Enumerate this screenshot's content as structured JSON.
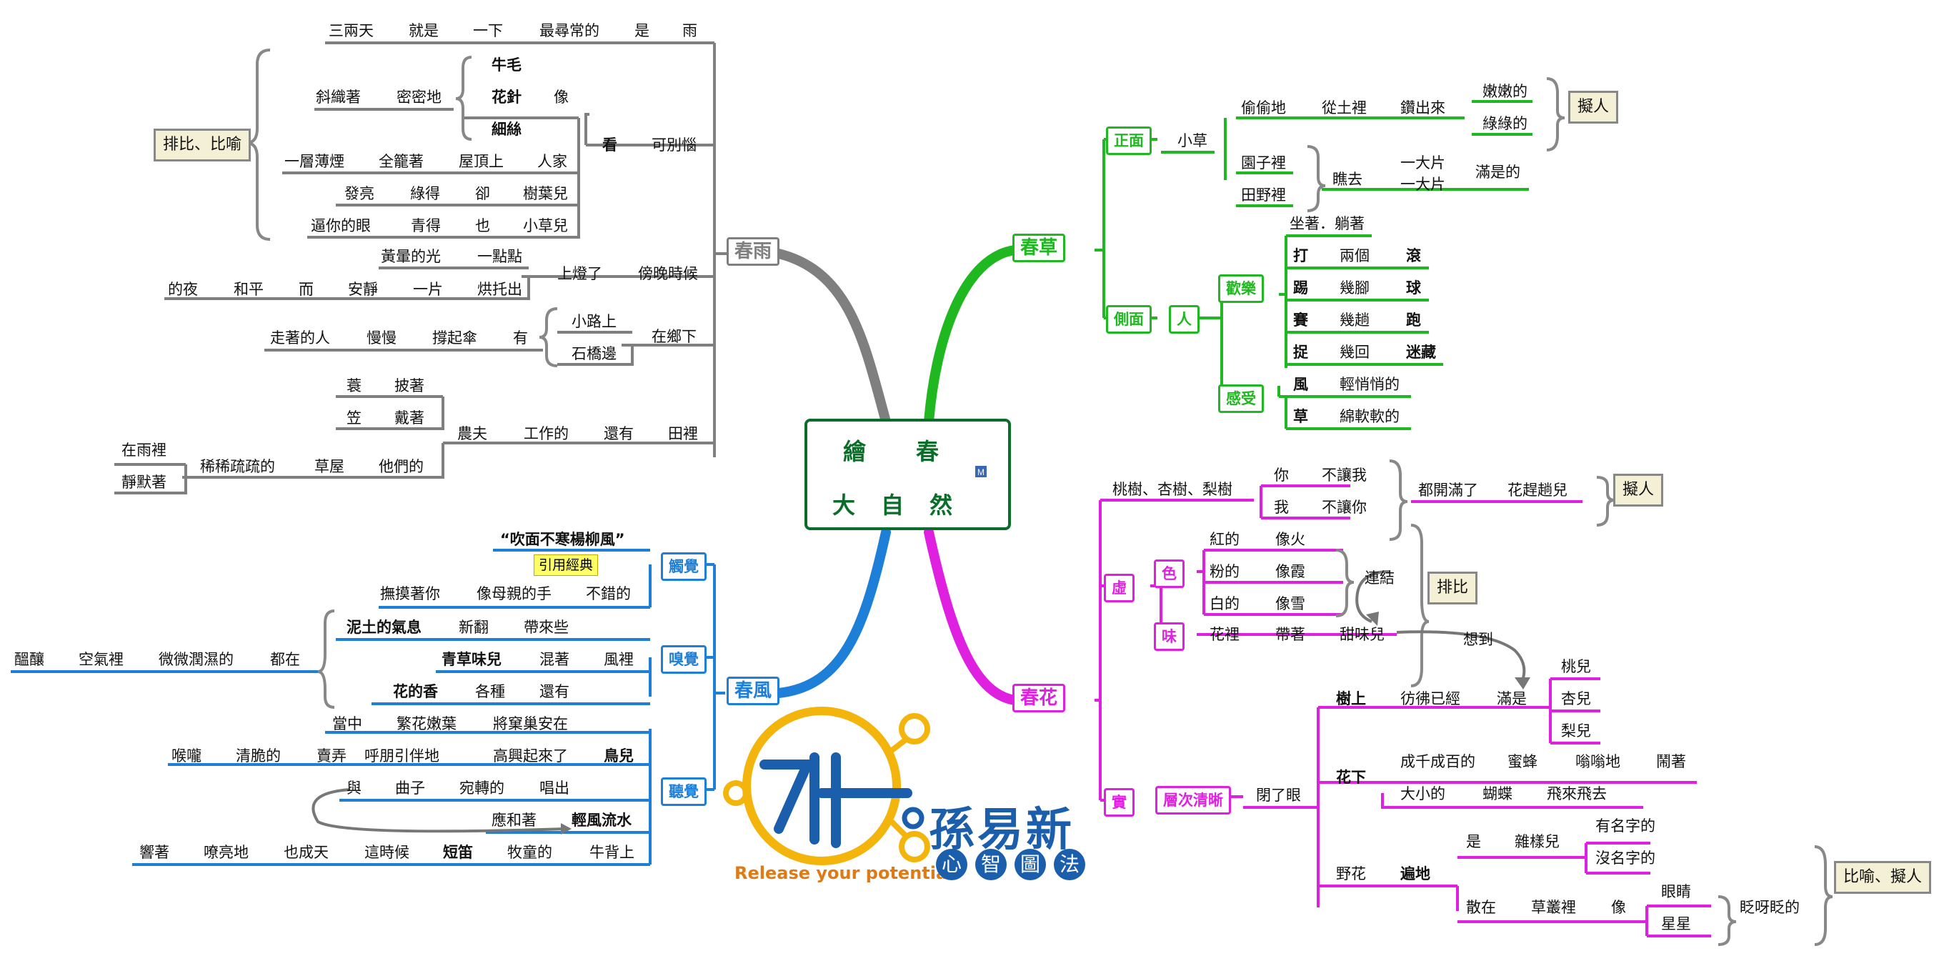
{
  "central": {
    "line1": "繪　　春",
    "line2": "大　自　然"
  },
  "branches": {
    "rain": "春雨",
    "grass": "春草",
    "flower": "春花",
    "wind": "春風"
  },
  "rain": {
    "r1": [
      "三兩天",
      "就是",
      "一下",
      "最尋常的",
      "是",
      "雨"
    ],
    "look": "看",
    "annoy": "可別惱",
    "niumao": "牛毛",
    "huazhen": "花針",
    "xisi": "細絲",
    "xiang": "像",
    "slant": [
      "斜織著",
      "密密地"
    ],
    "smoke": [
      "一層薄煙",
      "全籠著",
      "屋頂上",
      "人家"
    ],
    "leaf": [
      "發亮",
      "綠得",
      "卻",
      "樹葉兒"
    ],
    "grass": [
      "逼你的眼",
      "青得",
      "也",
      "小草兒"
    ],
    "evening": [
      "黃暈的光",
      "一點點",
      "上燈了",
      "傍晚時候"
    ],
    "night": [
      "的夜",
      "和平",
      "而",
      "安靜",
      "一片",
      "烘托出"
    ],
    "umbrella": [
      "走著的人",
      "慢慢",
      "撐起傘",
      "有",
      "小路上",
      "石橋邊",
      "在鄉下"
    ],
    "farmer": [
      "蓑",
      "披著",
      "笠",
      "戴著",
      "農夫",
      "工作的",
      "還有",
      "田裡"
    ],
    "hut": [
      "在雨裡",
      "靜默著",
      "稀稀疏疏的",
      "草屋",
      "他們的"
    ]
  },
  "grass": {
    "front": "正面",
    "side": "側面",
    "xiaocao": "小草",
    "ren": "人",
    "r1": [
      "偷偷地",
      "從土裡",
      "鑽出來",
      "嫩嫩的",
      "綠綠的"
    ],
    "r2": [
      "園子裡",
      "田野裡",
      "瞧去",
      "一大片",
      "一大片",
      "滿是的"
    ],
    "joy": "歡樂",
    "feel": "感受",
    "sit": "坐著．躺著",
    "acts": [
      [
        "打",
        "兩個",
        "滾"
      ],
      [
        "踢",
        "幾腳",
        "球"
      ],
      [
        "賽",
        "幾趟",
        "跑"
      ],
      [
        "捉",
        "幾回",
        "迷藏"
      ]
    ],
    "wind": [
      "風",
      "輕悄悄的"
    ],
    "grass": [
      "草",
      "綿軟軟的"
    ]
  },
  "flower": {
    "trees": "桃樹、杏樹、梨樹",
    "r1": [
      "你",
      "不讓我",
      "我",
      "不讓你",
      "都開滿了",
      "花趕趟兒"
    ],
    "xu": "虛",
    "shi": "實",
    "se": "色",
    "wei": "味",
    "colors": [
      [
        "紅的",
        "像火"
      ],
      [
        "粉的",
        "像霞"
      ],
      [
        "白的",
        "像雪"
      ]
    ],
    "link": "連結",
    "think": "想到",
    "smell": [
      "花裡",
      "帶著",
      "甜味兒"
    ],
    "layers": "層次清晰",
    "eyes": "閉了眼",
    "tree": [
      "樹上",
      "彷彿已經",
      "滿是",
      "桃兒",
      "杏兒",
      "梨兒"
    ],
    "under": [
      "花下",
      "成千成百的",
      "蜜蜂",
      "嗡嗡地",
      "鬧著",
      "大小的",
      "蝴蝶",
      "飛來飛去"
    ],
    "wild": [
      "野花",
      "遍地",
      "是",
      "雜樣兒",
      "有名字的",
      "沒名字的"
    ],
    "stars": [
      "散在",
      "草叢裡",
      "像",
      "眼睛",
      "星星",
      "眨呀眨的"
    ]
  },
  "wind": {
    "touch": "觸覺",
    "smell": "嗅覺",
    "hear": "聽覺",
    "quote": "“吹面不寒楊柳風”",
    "quote_tag": "引用經典",
    "mother": [
      "撫摸著你",
      "像母親的手",
      "不錯的"
    ],
    "mud": [
      "泥土的氣息",
      "新翻",
      "帶來些"
    ],
    "grassy": [
      "青草味兒",
      "混著",
      "風裡"
    ],
    "fragr": [
      "花的香",
      "各種",
      "還有"
    ],
    "air": [
      "醞釀",
      "空氣裡",
      "微微潤濕的",
      "都在"
    ],
    "nest": [
      "當中",
      "繁花嫩葉",
      "將窠巢安在"
    ],
    "bird": [
      "喉嚨",
      "清脆的",
      "賣弄",
      "呼朋引伴地",
      "高興起來了",
      "鳥兒"
    ],
    "song": [
      "與",
      "曲子",
      "宛轉的",
      "唱出"
    ],
    "echo": [
      "應和著",
      "輕風流水"
    ],
    "flute": [
      "響著",
      "嘹亮地",
      "也成天",
      "這時候",
      "短笛",
      "牧童的",
      "牛背上"
    ]
  },
  "notes": {
    "pb": "排比、比喻",
    "nr1": "擬人",
    "nr2": "擬人",
    "pb2": "排比",
    "by": "比喻、擬人"
  },
  "logo": {
    "name": "孫易新",
    "slogan": "Release your potential",
    "c1": "心",
    "c2": "智",
    "c3": "圖",
    "c4": "法"
  },
  "colors": {
    "rain": "#7f7f7f",
    "grass": "#20b820",
    "flower": "#e020e0",
    "wind": "#1e7fd8",
    "title": "#0a6e2a"
  }
}
